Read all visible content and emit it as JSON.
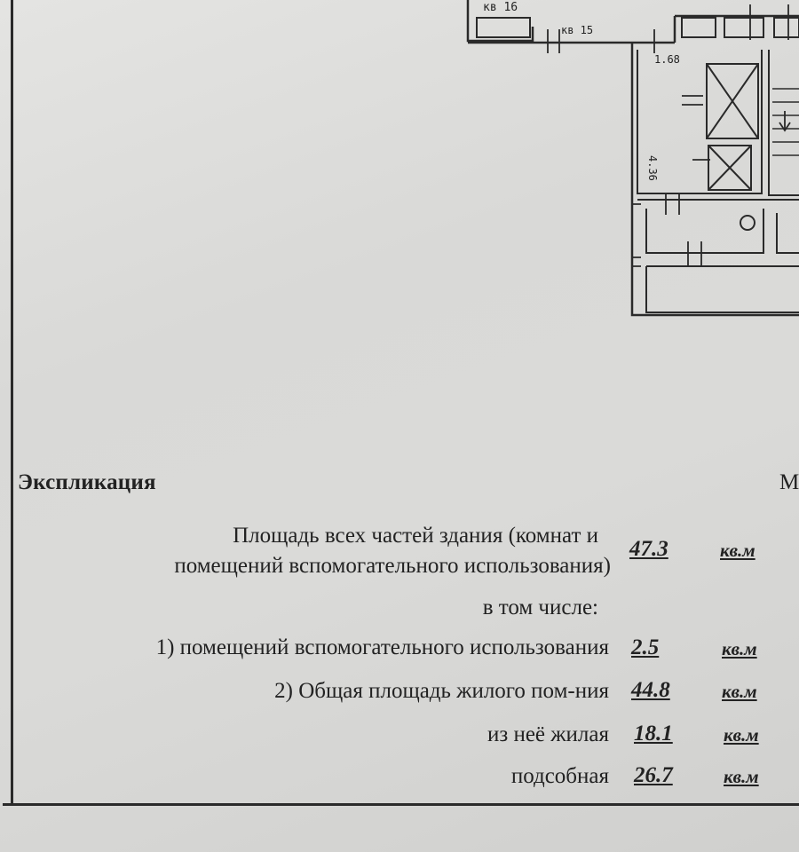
{
  "plan": {
    "label_apt16": "кв 16",
    "label_apt15": "кв 15",
    "dim_width": "1.68",
    "dim_height": "4.36"
  },
  "explication": {
    "title": "Экспликация",
    "cut_text": "М",
    "total": {
      "label_line1": "Площадь всех частей здания (комнат и",
      "label_line2": "помещений вспомогательного использования)",
      "value": "47.3",
      "unit": "кв.м"
    },
    "including_label": "в том числе:",
    "auxiliary": {
      "label": "1) помещений вспомогательного использования",
      "value": "2.5",
      "unit": "кв.м"
    },
    "total_living_premises": {
      "label": "2) Общая площадь жилого пом-ния",
      "value": "44.8",
      "unit": "кв.м"
    },
    "living": {
      "label": "из неё жилая",
      "value": "18.1",
      "unit": "кв.м"
    },
    "utility": {
      "label": "подсобная",
      "value": "26.7",
      "unit": "кв.м"
    }
  }
}
